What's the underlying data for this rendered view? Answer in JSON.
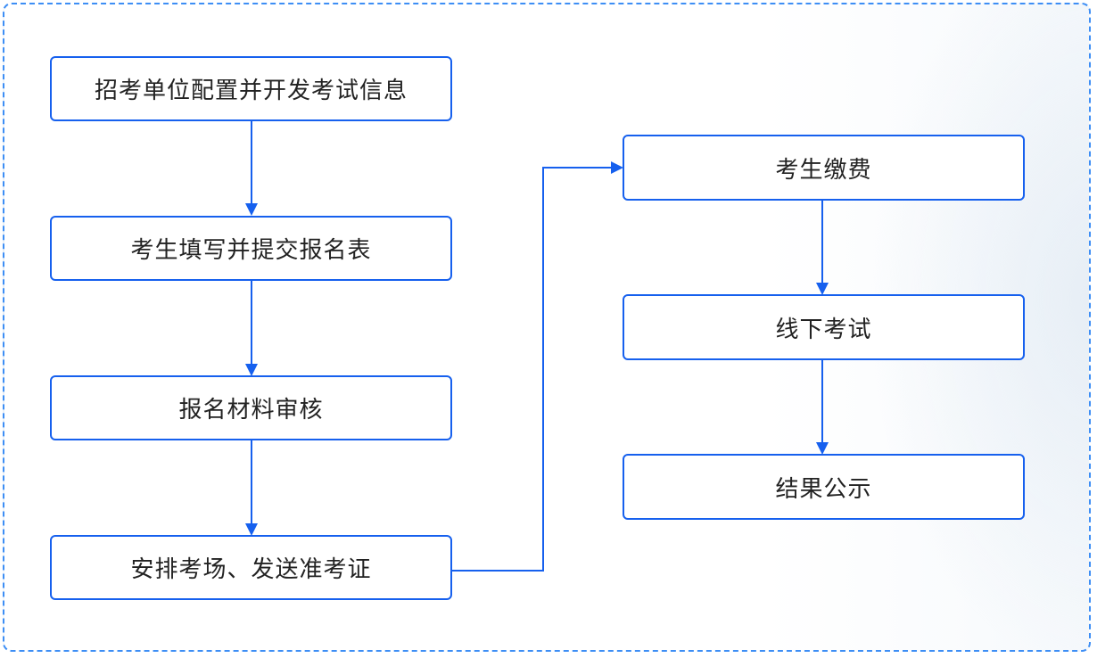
{
  "colors": {
    "accent": "#1660ee",
    "frame_border": "#3d8ef5",
    "text": "#222222"
  },
  "flow": {
    "left_column": [
      "招考单位配置并开发考试信息",
      "考生填写并提交报名表",
      "报名材料审核",
      "安排考场、发送准考证"
    ],
    "right_column": [
      "考生缴费",
      "线下考试",
      "结果公示"
    ]
  }
}
